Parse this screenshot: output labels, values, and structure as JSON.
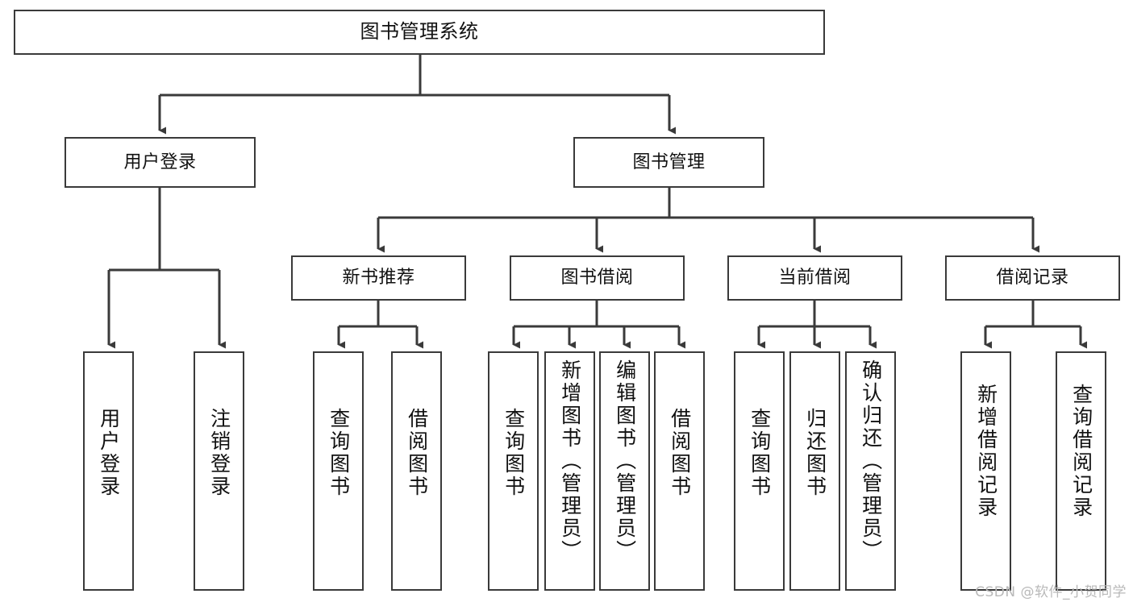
{
  "diagram": {
    "title": "图书管理系统",
    "watermark": "CSDN @软件_小贺同学",
    "stroke_color": "#3a3a3a",
    "background_color": "#ffffff",
    "text_color": "#111111"
  },
  "nodes": {
    "root": {
      "label": "图书管理系统"
    },
    "level1": [
      {
        "label": "用户登录"
      },
      {
        "label": "图书管理"
      }
    ],
    "level2": [
      {
        "label": "新书推荐"
      },
      {
        "label": "图书借阅"
      },
      {
        "label": "当前借阅"
      },
      {
        "label": "借阅记录"
      }
    ],
    "leaves": {
      "user_login": [
        {
          "label": "用户登录"
        },
        {
          "label": "注销登录"
        }
      ],
      "new_book_recommend": [
        {
          "label": "查询图书"
        },
        {
          "label": "借阅图书"
        }
      ],
      "book_borrow": [
        {
          "label": "查询图书"
        },
        {
          "label": "新增图书（管理员）"
        },
        {
          "label": "编辑图书（管理员）"
        },
        {
          "label": "借阅图书"
        }
      ],
      "current_borrow": [
        {
          "label": "查询图书"
        },
        {
          "label": "归还图书"
        },
        {
          "label": "确认归还（管理员）"
        }
      ],
      "borrow_record": [
        {
          "label": "新增借阅记录"
        },
        {
          "label": "查询借阅记录"
        }
      ]
    }
  }
}
